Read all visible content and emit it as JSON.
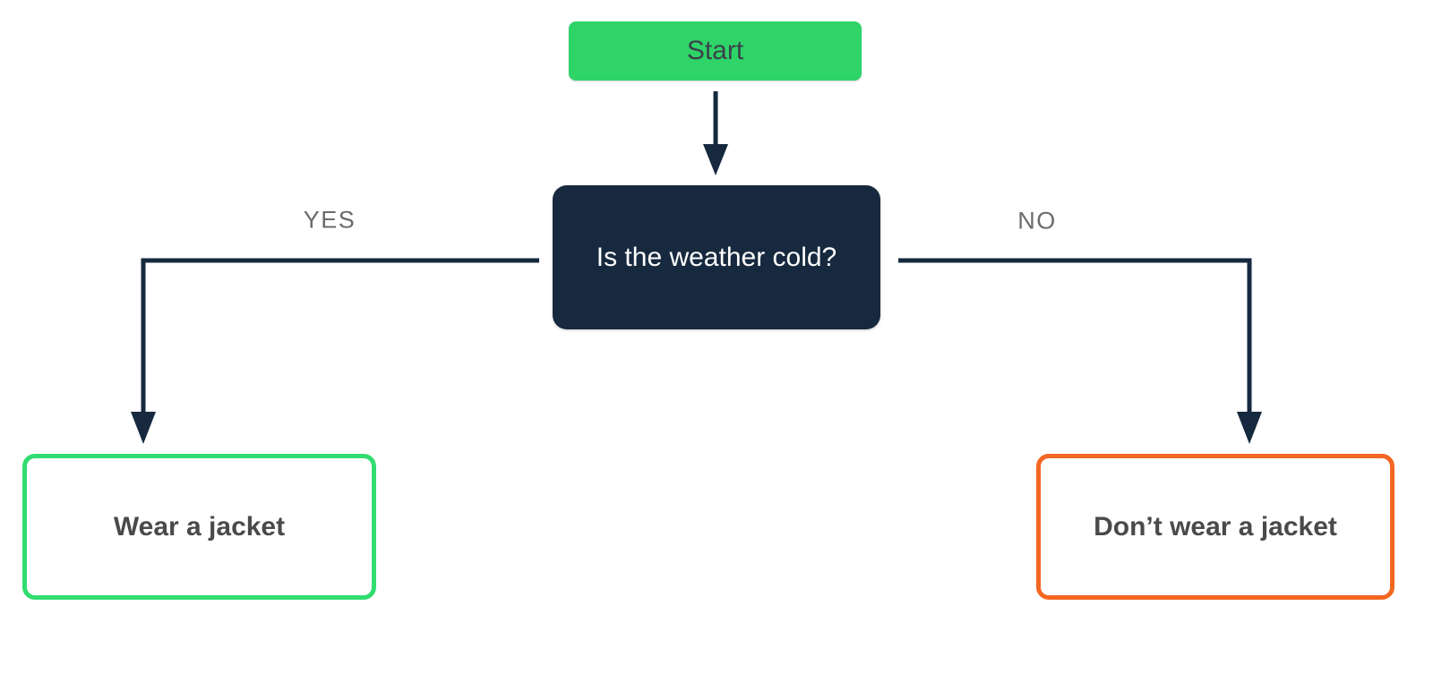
{
  "diagram": {
    "type": "flowchart",
    "nodes": {
      "start": {
        "label": "Start",
        "fill": "#2ED468",
        "text_color": "#3A424A"
      },
      "decision": {
        "label": "Is the weather cold?",
        "fill": "#16293E",
        "text_color": "#FFFFFF"
      },
      "yes_result": {
        "label": "Wear a jacket",
        "border_color": "#31DD70",
        "text_color": "#4A4A4A"
      },
      "no_result": {
        "label": "Don’t wear a jacket",
        "border_color": "#F26722",
        "text_color": "#4A4A4A"
      }
    },
    "edges": {
      "yes_label": "YES",
      "no_label": "NO"
    },
    "colors": {
      "connector": "#16293E",
      "edge_label": "#6B6B6B",
      "background": "#FFFFFF"
    }
  }
}
